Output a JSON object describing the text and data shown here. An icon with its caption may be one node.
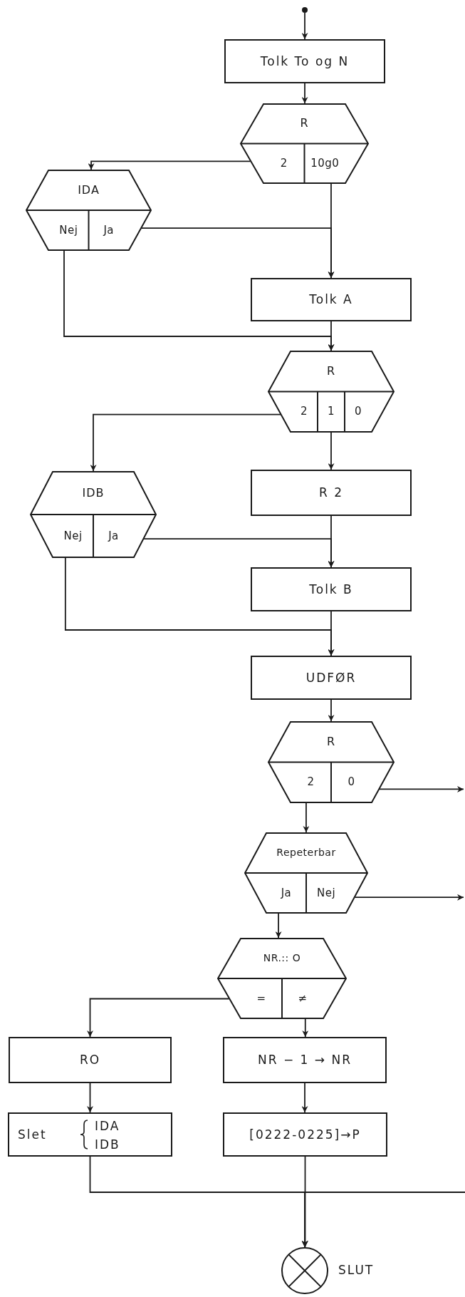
{
  "diagram": {
    "nodes": [
      {
        "text": [],
        "shape": "circle"
      },
      {
        "text": [
          "Tolk To og N"
        ]
      },
      {
        "text": [
          "R",
          "2",
          "10g0"
        ]
      },
      {
        "text": [
          "IDA",
          "Nej",
          "Ja"
        ]
      },
      {
        "text": [
          "Tolk A"
        ]
      },
      {
        "text": [
          "R",
          "2",
          "1",
          "0"
        ]
      },
      {
        "text": [
          "IDB",
          "Nej",
          "Ja"
        ]
      },
      {
        "text": [
          "R 2"
        ]
      },
      {
        "text": [
          "Tolk B"
        ]
      },
      {
        "text": [
          "UDFØR"
        ]
      },
      {
        "text": [
          "R",
          "2",
          "0"
        ]
      },
      {
        "text": [
          "Repeterbar",
          "Ja",
          "Nej"
        ]
      },
      {
        "text": [
          "NR.:: O",
          "=",
          "≠"
        ]
      },
      {
        "text": [
          "RO"
        ]
      },
      {
        "text": [
          "NR − 1 → NR"
        ]
      },
      {
        "text": [
          "Slet",
          "IDA",
          "IDB"
        ]
      },
      {
        "text": [
          "[0222-0225]→P"
        ]
      },
      {
        "text": [],
        "shape": "circle",
        "beside": [
          "SLUT"
        ]
      }
    ],
    "edges": [
      {
        "from": 0,
        "to": 1,
        "arrow": "to"
      },
      {
        "from": 1,
        "to": 2,
        "arrow": "to"
      },
      {
        "from": 2,
        "to": 3,
        "arrow": "to"
      },
      {
        "from": 3,
        "to": 4,
        "arrow": "to"
      },
      {
        "from": 2,
        "to": 4,
        "arrow": "to"
      },
      {
        "from": 3,
        "to": 5,
        "arrow": "to"
      },
      {
        "from": 4,
        "to": 5,
        "arrow": "to"
      },
      {
        "from": 5,
        "to": 6,
        "arrow": "to"
      },
      {
        "from": 5,
        "to": 7,
        "arrow": "to"
      },
      {
        "from": 6,
        "to": 8,
        "arrow": "to"
      },
      {
        "from": 7,
        "to": 8,
        "arrow": "to"
      },
      {
        "from": 6,
        "to": 9,
        "arrow": "to"
      },
      {
        "from": 8,
        "to": 9,
        "arrow": "to"
      },
      {
        "from": 9,
        "to": 10,
        "arrow": "to"
      },
      {
        "from": 10,
        "to": null,
        "arrow": "to"
      },
      {
        "from": 10,
        "to": 11,
        "arrow": "to"
      },
      {
        "from": 11,
        "to": null,
        "arrow": "to"
      },
      {
        "from": 11,
        "to": 12,
        "arrow": "to"
      },
      {
        "from": 12,
        "to": 13,
        "arrow": "to"
      },
      {
        "from": 12,
        "to": 14,
        "arrow": "to"
      },
      {
        "from": 13,
        "to": 15,
        "arrow": "to"
      },
      {
        "from": 14,
        "to": 16,
        "arrow": "to"
      },
      {
        "from": 15,
        "to": 17,
        "arrow": "to"
      },
      {
        "from": 16,
        "to": 17,
        "arrow": "to"
      },
      {
        "from": null,
        "to": 17,
        "arrow": "to"
      }
    ]
  }
}
